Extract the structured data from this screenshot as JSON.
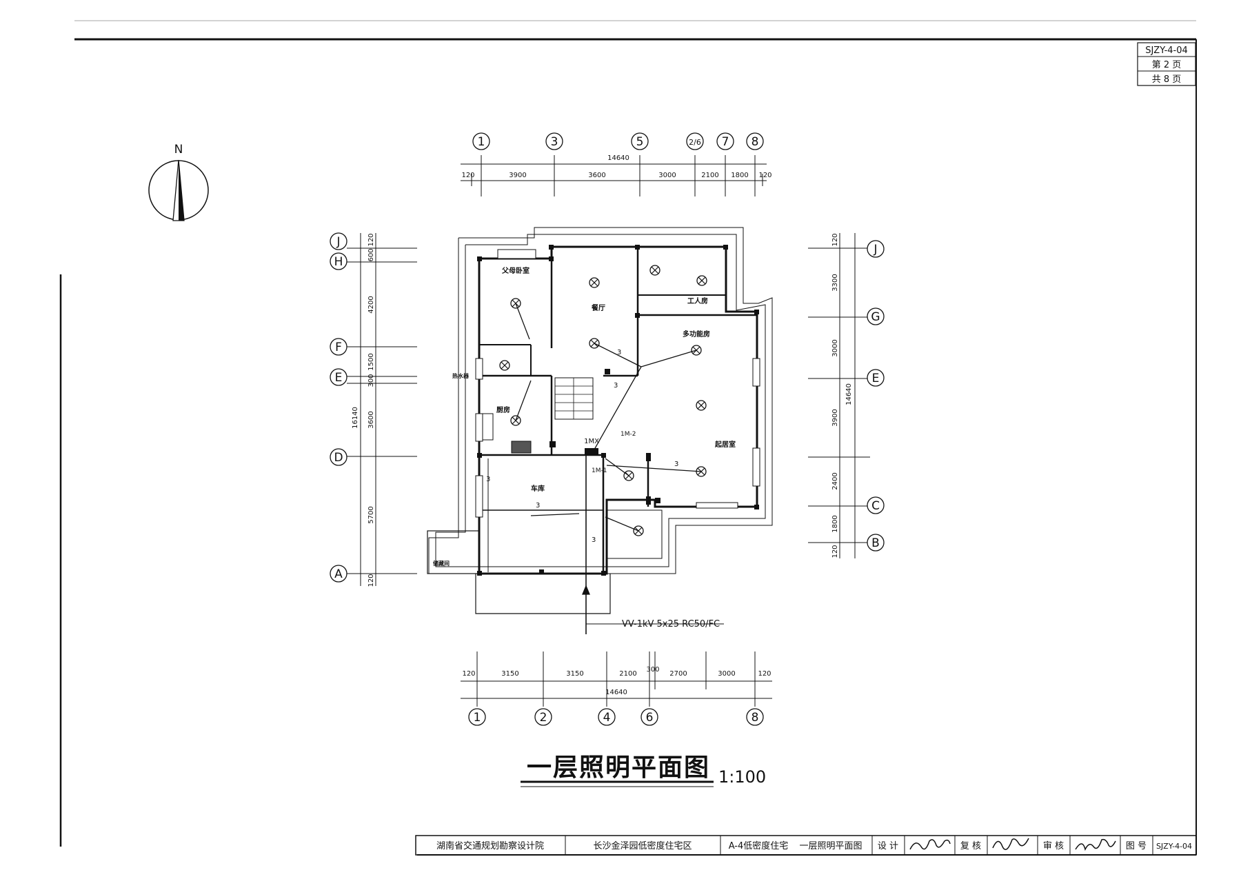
{
  "sheet_code": "SJZY-4-04",
  "page_info": {
    "page": "第 2 页",
    "total": "共 8 页"
  },
  "north_label": "N",
  "title": "一层照明平面图",
  "scale": "1:100",
  "cable_label": "VV-1kV 5x25 RC50/FC",
  "panel_label": "1MX",
  "circuit_labels": {
    "c1": "1M-1",
    "c2": "1M-2",
    "wire_count": "3"
  },
  "grid_axes": {
    "top": [
      "1",
      "3",
      "5",
      "2/6",
      "7",
      "8"
    ],
    "bottom": [
      "1",
      "2",
      "4",
      "6",
      "8"
    ],
    "left": [
      "J",
      "H",
      "F",
      "E",
      "D",
      "A"
    ],
    "right": [
      "J",
      "G",
      "E",
      "C",
      "B"
    ]
  },
  "dimensions": {
    "top_total": "14640",
    "top_segments": [
      "120",
      "3900",
      "3600",
      "3000",
      "2100",
      "1800",
      "120"
    ],
    "bottom_total": "14640",
    "bottom_segments": [
      "120",
      "3150",
      "3150",
      "2100",
      "300",
      "2700",
      "3000",
      "120"
    ],
    "left_total": "16140",
    "left_segments": [
      "120",
      "600",
      "4200",
      "1500",
      "300",
      "3600",
      "5700",
      "120"
    ],
    "right_total": "14640",
    "right_segments": [
      "120",
      "3300",
      "3000",
      "3900",
      "2400",
      "1800",
      "120"
    ]
  },
  "rooms": {
    "parents_bedroom": "父母卧室",
    "dining": "餐厅",
    "servant": "工人房",
    "multi": "多功能房",
    "water_heater": "热水器",
    "kitchen": "厨房",
    "living": "起居室",
    "garage": "车库",
    "storage": "储藏间"
  },
  "title_block": {
    "institute": "湖南省交通规划勘察设计院",
    "project": "长沙金泽园低密度住宅区",
    "building": "A-4低密度住宅",
    "drawing": "一层照明平面图",
    "design": "设 计",
    "review": "复 核",
    "approve": "审 核",
    "drawing_no_label": "图 号",
    "drawing_no": "SJZY-4-04"
  }
}
